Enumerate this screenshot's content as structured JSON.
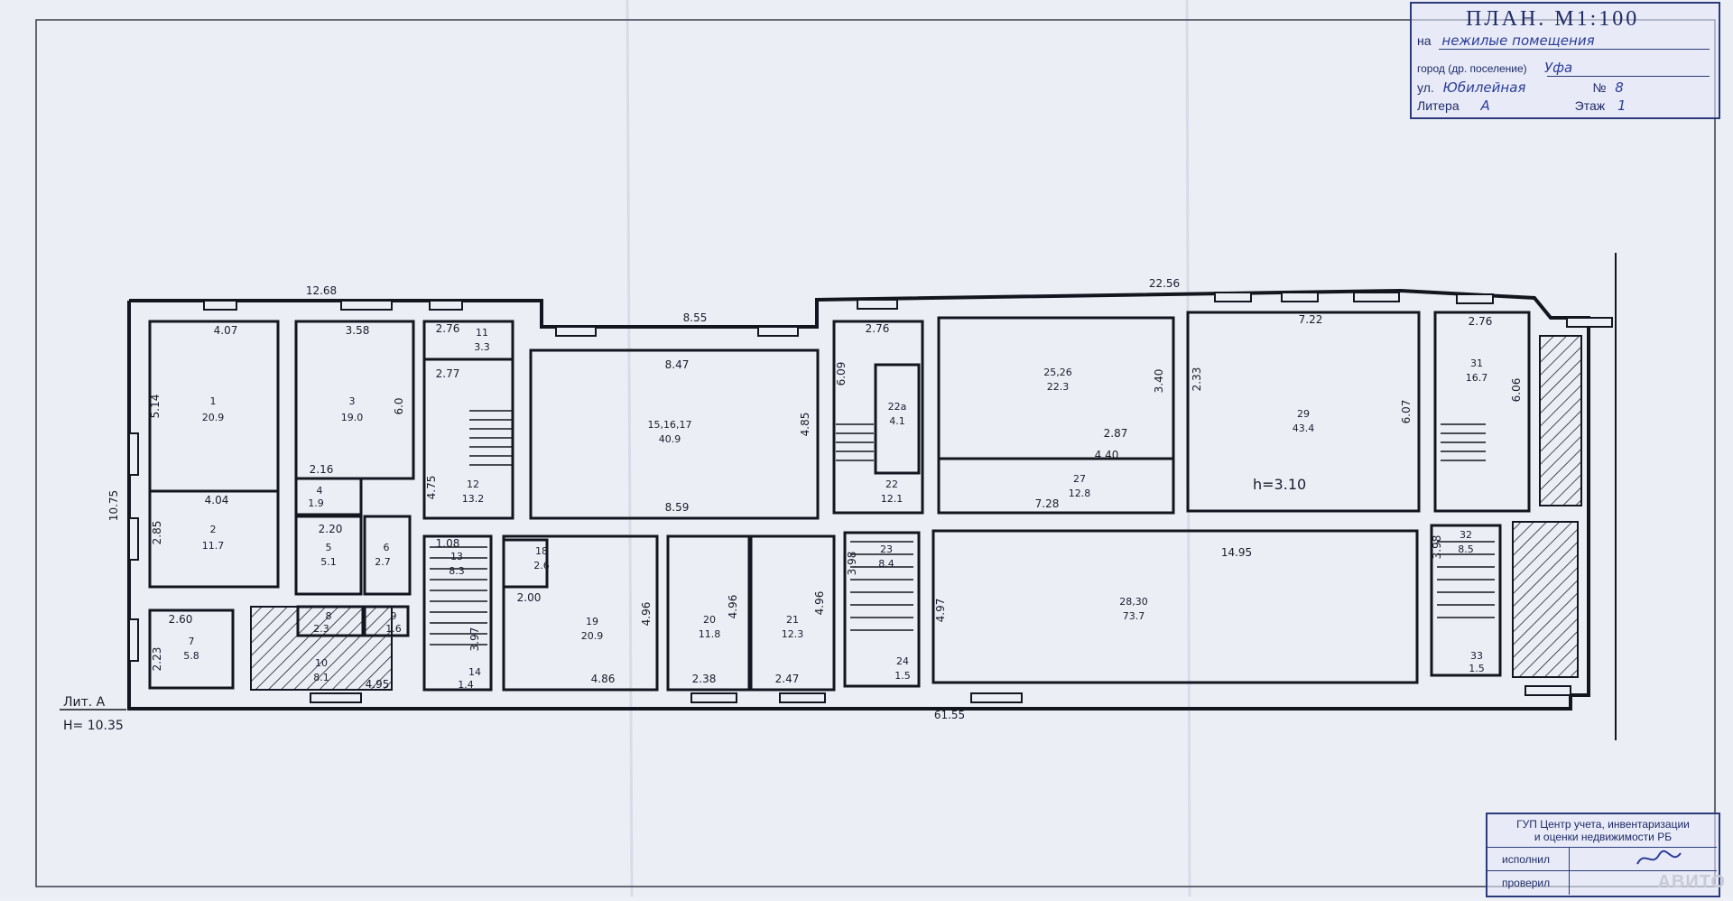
{
  "stamp": {
    "title": "ПЛАН. М1:100",
    "purpose_label": "на",
    "purpose_value": "нежилые помещения",
    "city_label": "город (др. поселение)",
    "city_value": "Уфа",
    "street_label": "ул.",
    "street_value": "Юбилейная",
    "number_label": "№",
    "number_value": "8",
    "litera_label": "Литера",
    "litera_value": "А",
    "floor_label": "Этаж",
    "floor_value": "1"
  },
  "org_stamp": {
    "org_line1": "ГУП Центр учета, инвентаризации",
    "org_line2": "и оценки недвижимости РБ",
    "executed_label": "исполнил",
    "checked_label": "проверил"
  },
  "watermark": "АВИТО",
  "plan": {
    "lit_label": "Лит. А",
    "height_label": "Н= 10.35",
    "ceiling_label": "h=3.10",
    "rooms": [
      {
        "num": "1",
        "area": "20.9"
      },
      {
        "num": "2",
        "area": "11.7"
      },
      {
        "num": "3",
        "area": "19.0"
      },
      {
        "num": "4",
        "area": "1.9"
      },
      {
        "num": "5",
        "area": "5.1"
      },
      {
        "num": "6",
        "area": "2.7"
      },
      {
        "num": "7",
        "area": "5.8"
      },
      {
        "num": "8",
        "area": "2.3"
      },
      {
        "num": "9",
        "area": "1.6"
      },
      {
        "num": "10",
        "area": "8.1"
      },
      {
        "num": "11",
        "area": "3.3"
      },
      {
        "num": "12",
        "area": "13.2"
      },
      {
        "num": "13",
        "area": "8.3"
      },
      {
        "num": "14",
        "area": "1.4"
      },
      {
        "num": "15,16,17",
        "area": "40.9"
      },
      {
        "num": "18",
        "area": "2.6"
      },
      {
        "num": "19",
        "area": "20.9"
      },
      {
        "num": "20",
        "area": "11.8"
      },
      {
        "num": "21",
        "area": "12.3"
      },
      {
        "num": "22",
        "area": "12.1"
      },
      {
        "num": "22а",
        "area": "4.1"
      },
      {
        "num": "23",
        "area": "8.4"
      },
      {
        "num": "24",
        "area": "1.5"
      },
      {
        "num": "25,26",
        "area": "22.3"
      },
      {
        "num": "27",
        "area": "12.8"
      },
      {
        "num": "28,30",
        "area": "73.7"
      },
      {
        "num": "29",
        "area": "43.4"
      },
      {
        "num": "31",
        "area": "16.7"
      },
      {
        "num": "32",
        "area": "8.5"
      },
      {
        "num": "33",
        "area": "1.5"
      }
    ],
    "dimensions": {
      "top_left": "12.68",
      "top_middle": "8.55",
      "top_right": "22.56",
      "bottom_total": "61.55",
      "left_total": "10.75",
      "d1_top": "4.07",
      "d1_side": "5.14",
      "d2_top": "4.04",
      "d2_side": "2.85",
      "d3_top": "3.58",
      "d3_side": "6.0",
      "d11_top": "2.76",
      "d12_top": "2.77",
      "d12_side": "4.75",
      "d15_top": "8.47",
      "d15_side": "4.85",
      "d15_bottom": "8.59",
      "d19_bottom": "4.86",
      "d19_side": "4.96",
      "d20_bottom": "2.38",
      "d20_side": "4.96",
      "d21_bottom": "2.47",
      "d21_side": "4.96",
      "d22_top": "2.76",
      "d22_side": "6.09",
      "d23_side": "3.98",
      "d25_side": "3.40",
      "d25_bottom": "2.87",
      "d27_bottom": "7.28",
      "d27_right": "4.40",
      "d28_side": "4.97",
      "d28_top": "14.95",
      "d29_top": "7.22",
      "d29_side": "6.07",
      "d29_left": "2.33",
      "d31_top": "2.76",
      "d31_side": "6.06",
      "d32_side": "3.98",
      "d7_top": "2.60",
      "d7_side": "2.23",
      "d5_top": "2.20",
      "d4_top": "2.16",
      "d13_top": "1.08",
      "d14_side": "3.97",
      "d19_top": "2.00",
      "d10_bottom": "4.95"
    }
  }
}
